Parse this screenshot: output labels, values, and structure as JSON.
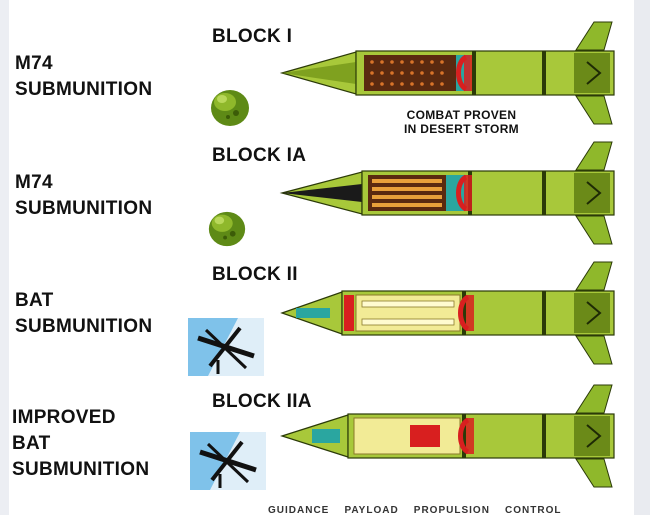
{
  "rows": [
    {
      "block": "BLOCK I",
      "label": "M74\nSUBMUNITION",
      "payload": "m74",
      "icon": "m74-ball-icon"
    },
    {
      "block": "BLOCK IA",
      "label": "M74\nSUBMUNITION",
      "payload": "m74",
      "icon": "m74-ball-icon"
    },
    {
      "block": "BLOCK II",
      "label": "BAT\nSUBMUNITION",
      "payload": "bat",
      "icon": "bat-submunition-icon"
    },
    {
      "block": "BLOCK IIA",
      "label": "IMPROVED\nBAT\nSUBMUNITION",
      "payload": "bat",
      "icon": "improved-bat-submunition-icon"
    }
  ],
  "note": "COMBAT PROVEN\nIN DESERT STORM",
  "footer": "GUIDANCE    PAYLOAD    PROPULSION    CONTROL",
  "colors": {
    "body": "#a8c83a",
    "body_dark": "#4a6a10",
    "fin": "#8fb82b",
    "red": "#d81f1f",
    "teal": "#2aa6a0",
    "payload_dark": "#5a2a10",
    "payload_dots": "#d8742a",
    "bat_payload": "#f2eb96",
    "bat_sky": "#5fb3e6"
  }
}
